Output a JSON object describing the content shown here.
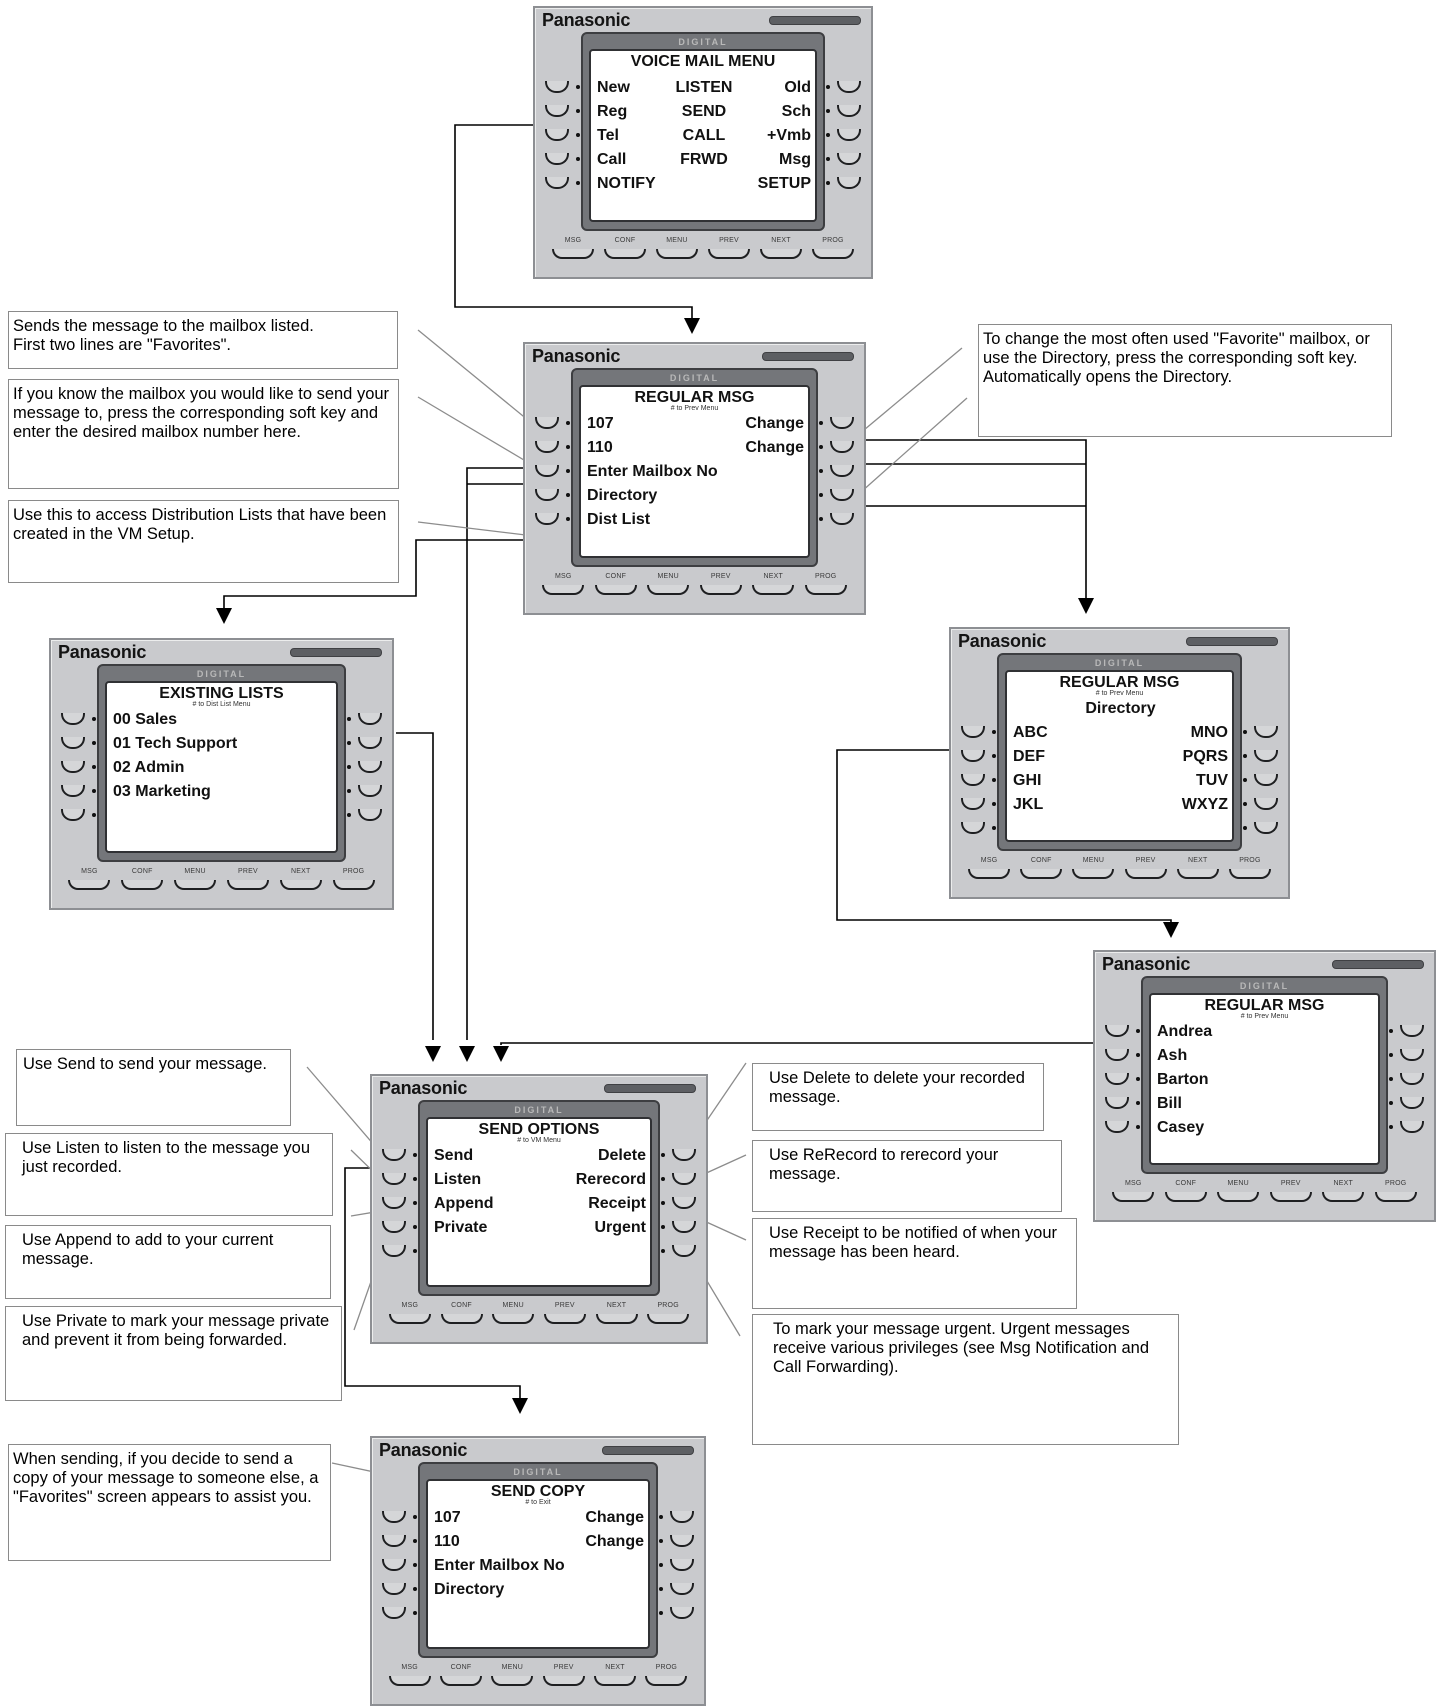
{
  "brand": "Panasonic",
  "bezel_label": "DIGITAL",
  "function_keys": [
    "MSG",
    "CONF",
    "MENU",
    "PREV",
    "NEXT",
    "PROG"
  ],
  "screens": {
    "voice_mail_menu": {
      "title": "VOICE MAIL MENU",
      "subtitle": "",
      "rows": [
        {
          "l": "New",
          "c": "LISTEN",
          "r": "Old"
        },
        {
          "l": "Reg",
          "c": "SEND",
          "r": "Sch"
        },
        {
          "l": "Tel",
          "c": "CALL",
          "r": "+Vmb"
        },
        {
          "l": "Call",
          "c": "FRWD",
          "r": "Msg"
        },
        {
          "l": "NOTIFY",
          "c": "",
          "r": "SETUP"
        }
      ]
    },
    "regular_msg": {
      "title": "REGULAR MSG",
      "subtitle": "# to Prev Menu",
      "rows": [
        {
          "l": "107",
          "c": "",
          "r": "Change"
        },
        {
          "l": "110",
          "c": "",
          "r": "Change"
        },
        {
          "l": "Enter Mailbox No",
          "c": "",
          "r": ""
        },
        {
          "l": "Directory",
          "c": "",
          "r": ""
        },
        {
          "l": "Dist List",
          "c": "",
          "r": ""
        }
      ]
    },
    "existing_lists": {
      "title": "EXISTING LISTS",
      "subtitle": "# to Dist List Menu",
      "rows": [
        {
          "l": "00 Sales",
          "c": "",
          "r": ""
        },
        {
          "l": "01 Tech Support",
          "c": "",
          "r": ""
        },
        {
          "l": "02 Admin",
          "c": "",
          "r": ""
        },
        {
          "l": "03 Marketing",
          "c": "",
          "r": ""
        }
      ]
    },
    "regular_msg_directory": {
      "title": "REGULAR MSG",
      "subtitle": "# to Prev Menu",
      "heading": "Directory",
      "rows": [
        {
          "l": "ABC",
          "c": "",
          "r": "MNO"
        },
        {
          "l": "DEF",
          "c": "",
          "r": "PQRS"
        },
        {
          "l": "GHI",
          "c": "",
          "r": "TUV"
        },
        {
          "l": "JKL",
          "c": "",
          "r": "WXYZ"
        }
      ]
    },
    "regular_msg_names": {
      "title": "REGULAR MSG",
      "subtitle": "# to Prev Menu",
      "rows": [
        {
          "l": "Andrea",
          "c": "",
          "r": ""
        },
        {
          "l": "Ash",
          "c": "",
          "r": ""
        },
        {
          "l": "Barton",
          "c": "",
          "r": ""
        },
        {
          "l": "Bill",
          "c": "",
          "r": ""
        },
        {
          "l": "Casey",
          "c": "",
          "r": ""
        }
      ]
    },
    "send_options": {
      "title": "SEND OPTIONS",
      "subtitle": "# to VM Menu",
      "rows": [
        {
          "l": "Send",
          "c": "",
          "r": "Delete"
        },
        {
          "l": "Listen",
          "c": "",
          "r": "Rerecord"
        },
        {
          "l": "Append",
          "c": "",
          "r": "Receipt"
        },
        {
          "l": "Private",
          "c": "",
          "r": "Urgent"
        }
      ]
    },
    "send_copy": {
      "title": "SEND COPY",
      "subtitle": "# to Exit",
      "rows": [
        {
          "l": "107",
          "c": "",
          "r": "Change"
        },
        {
          "l": "110",
          "c": "",
          "r": "Change"
        },
        {
          "l": "Enter Mailbox No",
          "c": "",
          "r": ""
        },
        {
          "l": "Directory",
          "c": "",
          "r": ""
        }
      ]
    }
  },
  "notes": {
    "sends_message": "Sends the message to the mailbox listed.\nFirst two lines are \"Favorites\".",
    "know_mailbox": "If you know the mailbox you would like to send your message to, press the corresponding soft key and enter the desired mailbox number here.",
    "dist_lists": "Use this to access Distribution Lists that have been created in the VM Setup.",
    "change_favorite": "To change the most often used \"Favorite\" mailbox, or use the Directory, press the corresponding soft key.  Automatically opens the Directory.",
    "use_send": "Use Send  to send your message.",
    "use_listen": "Use Listen to listen to the message you just recorded.",
    "use_append": "Use Append to add to your current message.",
    "use_private": "Use Private to mark your message private and prevent it from being forwarded.",
    "use_delete": "Use Delete to delete your recorded message.",
    "use_rerecord": "Use ReRecord to rerecord your message.",
    "use_receipt": "Use Receipt to be notified of when your message has been heard.",
    "urgent": "To mark your message urgent.  Urgent messages receive various privileges (see Msg Notification and Call Forwarding).",
    "send_copy": "When sending, if you decide to send a copy of your message to someone else, a \"Favorites\" screen appears to assist you."
  }
}
